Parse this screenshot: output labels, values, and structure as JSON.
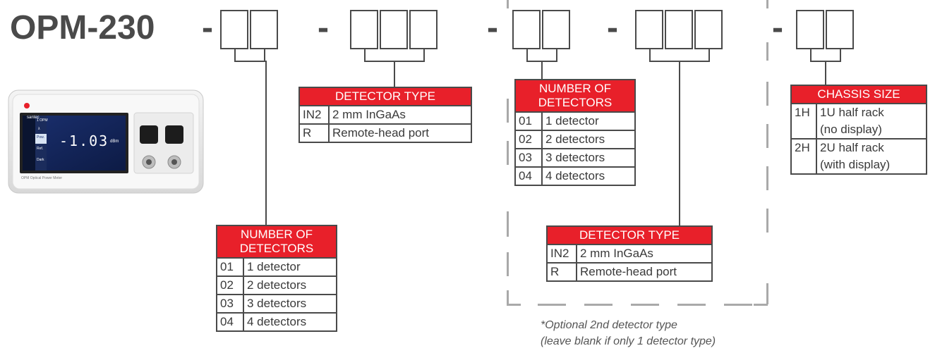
{
  "model": {
    "prefix": "OPM-230",
    "separator": "-"
  },
  "device_image": {
    "brand": "santec",
    "reading_value": "-1.03",
    "reading_unit": "dBm",
    "product_label": "OPM Optical Power Meter",
    "menu_items": [
      "1 OPM",
      "λ",
      "Pow.",
      "Ref.",
      "Dark"
    ]
  },
  "tables": {
    "detector_count_1": {
      "header_line1": "NUMBER OF",
      "header_line2": "DETECTORS",
      "rows": [
        {
          "code": "01",
          "desc": "1 detector"
        },
        {
          "code": "02",
          "desc": "2 detectors"
        },
        {
          "code": "03",
          "desc": "3 detectors"
        },
        {
          "code": "04",
          "desc": "4 detectors"
        }
      ]
    },
    "detector_type_1": {
      "header": "DETECTOR TYPE",
      "rows": [
        {
          "code": "IN2",
          "desc": "2 mm InGaAs"
        },
        {
          "code": "R",
          "desc": "Remote-head port"
        }
      ]
    },
    "detector_count_2": {
      "header_line1": "NUMBER OF",
      "header_line2": "DETECTORS",
      "rows": [
        {
          "code": "01",
          "desc": "1 detector"
        },
        {
          "code": "02",
          "desc": "2 detectors"
        },
        {
          "code": "03",
          "desc": "3 detectors"
        },
        {
          "code": "04",
          "desc": "4 detectors"
        }
      ]
    },
    "detector_type_2": {
      "header": "DETECTOR TYPE",
      "rows": [
        {
          "code": "IN2",
          "desc": "2 mm InGaAs"
        },
        {
          "code": "R",
          "desc": "Remote-head port"
        }
      ]
    },
    "chassis_size": {
      "header": "CHASSIS SIZE",
      "rows": [
        {
          "code": "1H",
          "desc_line1": "1U half rack",
          "desc_line2": "(no display)"
        },
        {
          "code": "2H",
          "desc_line1": "2U half rack",
          "desc_line2": "(with display)"
        }
      ]
    }
  },
  "note": {
    "line1": "*Optional 2nd detector type",
    "line2": "(leave blank if only 1 detector type)"
  },
  "colors": {
    "header_red": "#e8202a",
    "line_dark": "#4a4a4a",
    "dash_gray": "#a9a9a9"
  }
}
